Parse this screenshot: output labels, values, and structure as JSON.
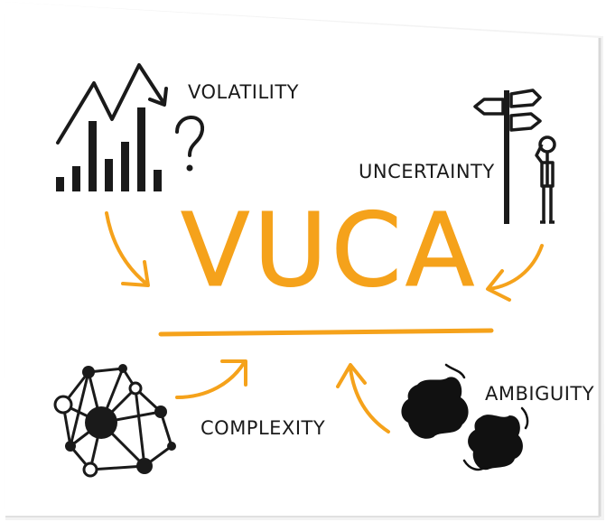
{
  "title": "VUCA",
  "accent_color": "#f5a21b",
  "ink_color": "#1a1a1a",
  "quadrants": {
    "volatility": {
      "label": "VOLATILITY",
      "icon": "bar-chart-with-question-mark-icon"
    },
    "uncertainty": {
      "label": "UNCERTAINTY",
      "icon": "signpost-with-confused-person-icon"
    },
    "complexity": {
      "label": "COMPLEXITY",
      "icon": "network-graph-icon"
    },
    "ambiguity": {
      "label": "AMBIGUITY",
      "icon": "ink-blots-icon"
    }
  }
}
